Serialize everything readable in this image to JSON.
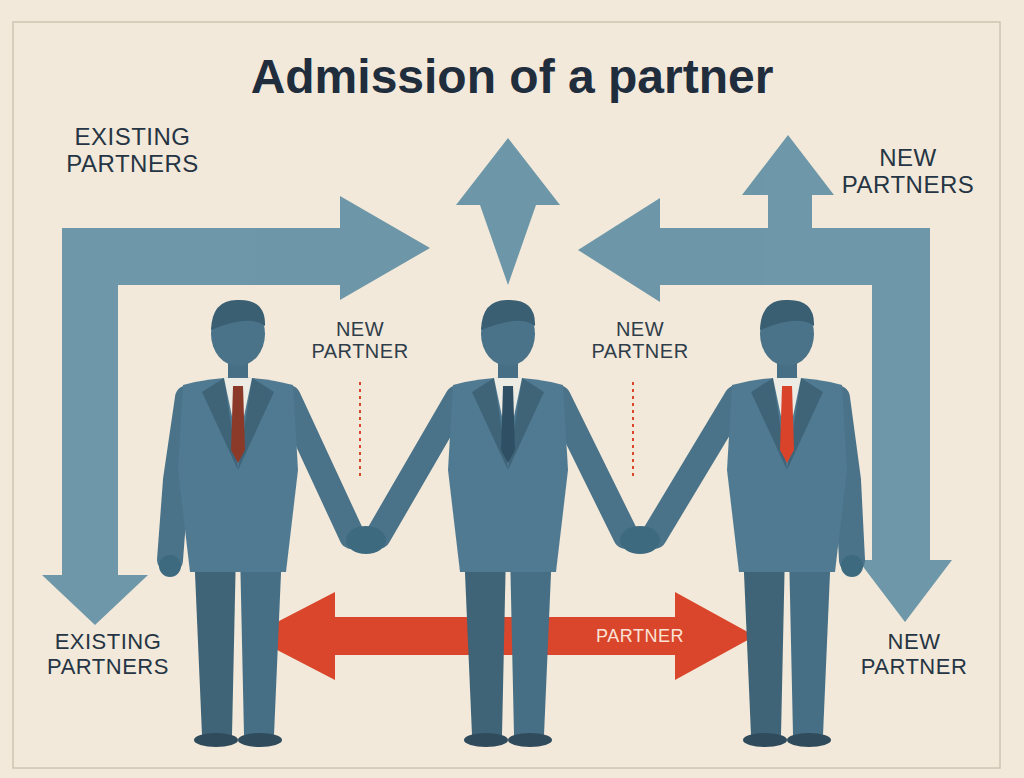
{
  "diagram": {
    "title": "Admission of a partner",
    "labels": [
      "EXISTING PARTNERS",
      "NEW PARTNERS",
      "NEW PARTNER",
      "NEW PARTNER",
      "EXISTING PARTNERS",
      "PARTNER",
      "NEW PARTNER"
    ]
  }
}
